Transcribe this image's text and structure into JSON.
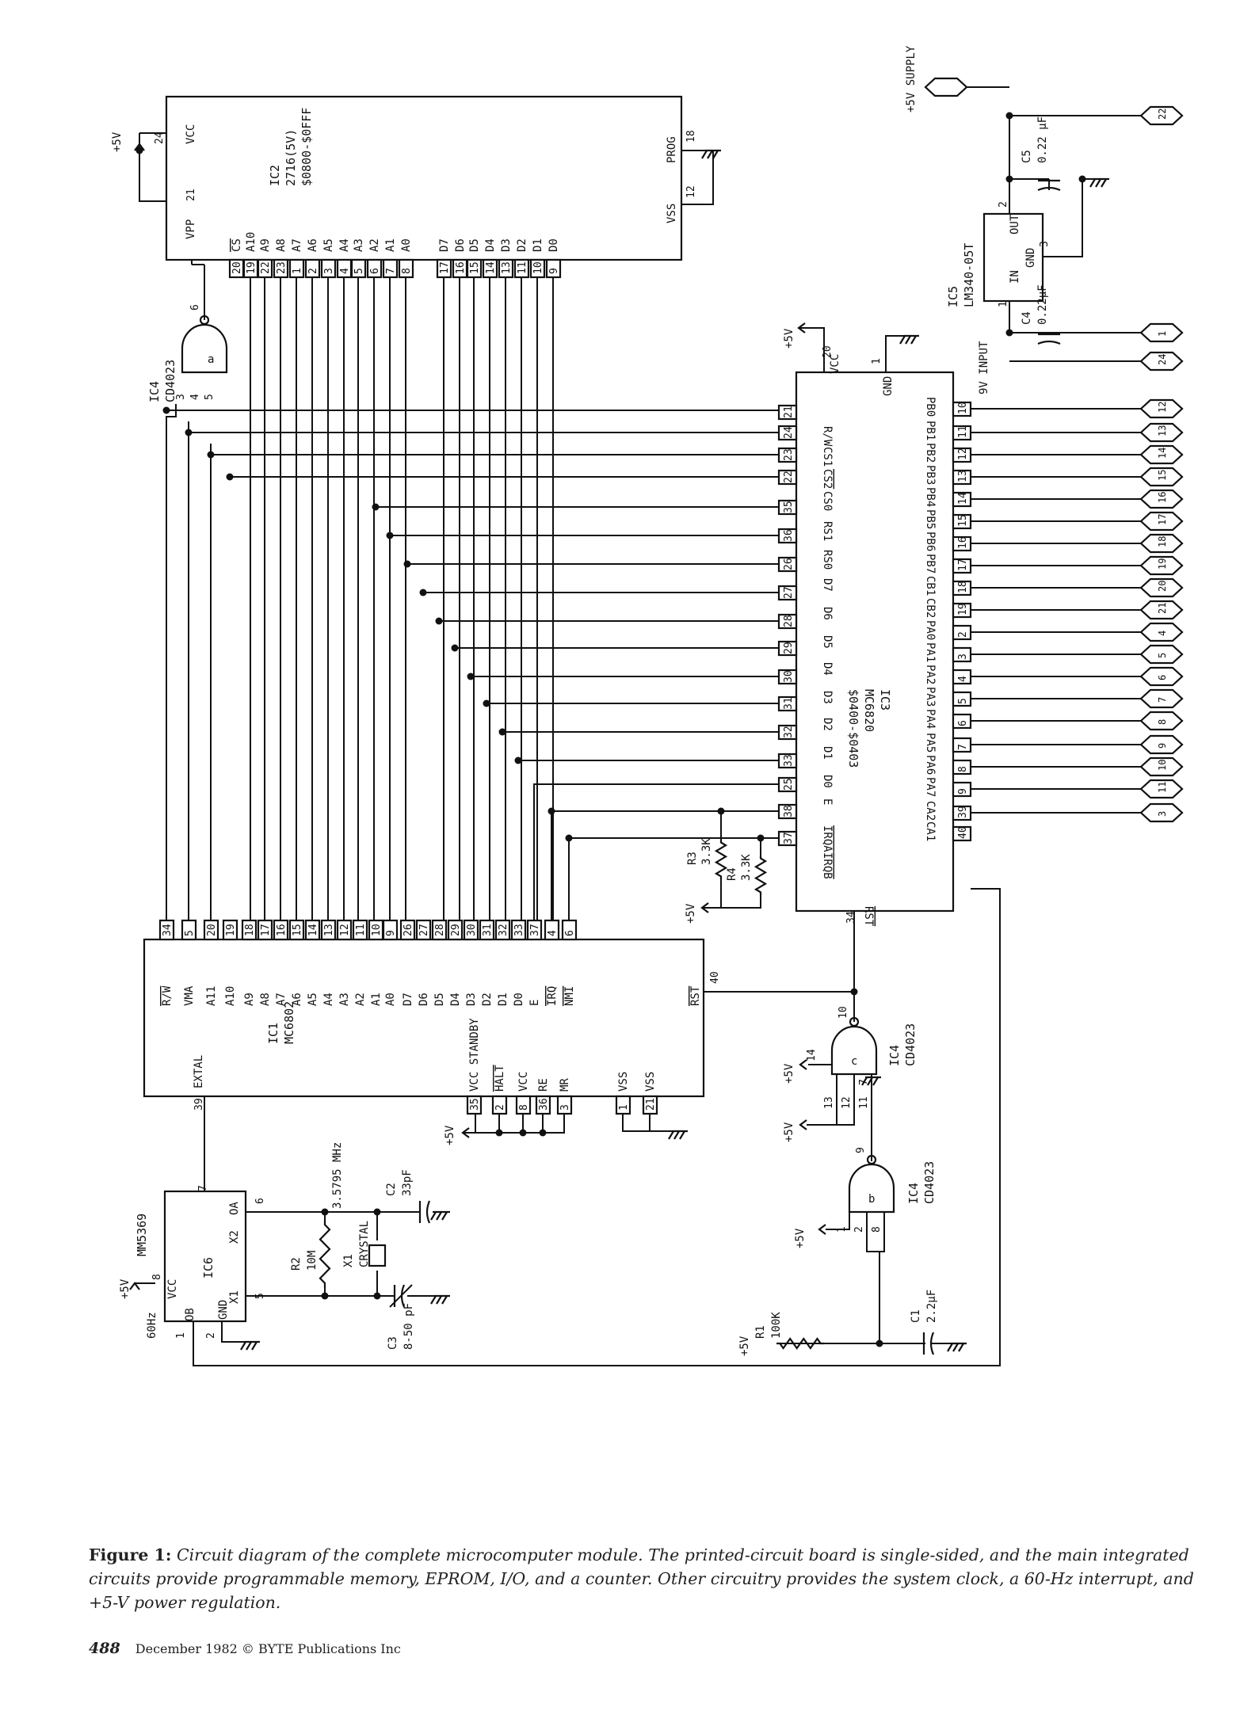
{
  "supply": {
    "label": "+5V SUPPLY",
    "pin_top": "22",
    "input_label": "9V INPUT",
    "pins_input": [
      "1",
      "24"
    ]
  },
  "ic1": {
    "name": "IC1",
    "part": "MC6802",
    "left_pins": [
      {
        "sig": "R/W",
        "pin": "34"
      },
      {
        "sig": "VMA",
        "pin": "5"
      },
      {
        "sig": "A11",
        "pin": "20"
      },
      {
        "sig": "A10",
        "pin": "19"
      },
      {
        "sig": "A9",
        "pin": "18"
      },
      {
        "sig": "A8",
        "pin": "17"
      },
      {
        "sig": "A7",
        "pin": "16"
      },
      {
        "sig": "A6",
        "pin": "15"
      },
      {
        "sig": "A5",
        "pin": "14"
      },
      {
        "sig": "A4",
        "pin": "13"
      },
      {
        "sig": "A3",
        "pin": "12"
      },
      {
        "sig": "A2",
        "pin": "11"
      },
      {
        "sig": "A1",
        "pin": "10"
      },
      {
        "sig": "A0",
        "pin": "9"
      },
      {
        "sig": "D7",
        "pin": "26"
      },
      {
        "sig": "D6",
        "pin": "27"
      },
      {
        "sig": "D5",
        "pin": "28"
      },
      {
        "sig": "D4",
        "pin": "29"
      },
      {
        "sig": "D3",
        "pin": "30"
      },
      {
        "sig": "D2",
        "pin": "31"
      },
      {
        "sig": "D1",
        "pin": "32"
      },
      {
        "sig": "D0",
        "pin": "33"
      },
      {
        "sig": "E",
        "pin": "37"
      },
      {
        "sig": "IRQ",
        "pin": "4"
      },
      {
        "sig": "NMI",
        "pin": "6"
      }
    ],
    "bottom_pins": [
      {
        "sig": "VCC STANDBY",
        "pin": "35"
      },
      {
        "sig": "HALT",
        "pin": "2"
      },
      {
        "sig": "VCC",
        "pin": "8"
      },
      {
        "sig": "RE",
        "pin": "36"
      },
      {
        "sig": "MR",
        "pin": "3"
      },
      {
        "sig": "VSS",
        "pin": "1"
      },
      {
        "sig": "VSS",
        "pin": "21"
      }
    ],
    "extal": {
      "sig": "EXTAL",
      "pin": "39"
    },
    "rst": {
      "sig": "RST",
      "pin": "40"
    }
  },
  "ic2": {
    "name": "IC2",
    "part": "2716(5V)",
    "range": "$0800-$0FFF",
    "pins": [
      {
        "sig": "CS",
        "pin": "20"
      },
      {
        "sig": "A10",
        "pin": "19"
      },
      {
        "sig": "A9",
        "pin": "22"
      },
      {
        "sig": "A8",
        "pin": "23"
      },
      {
        "sig": "A7",
        "pin": "1"
      },
      {
        "sig": "A6",
        "pin": "2"
      },
      {
        "sig": "A5",
        "pin": "3"
      },
      {
        "sig": "A4",
        "pin": "4"
      },
      {
        "sig": "A3",
        "pin": "5"
      },
      {
        "sig": "A2",
        "pin": "6"
      },
      {
        "sig": "A1",
        "pin": "7"
      },
      {
        "sig": "A0",
        "pin": "8"
      },
      {
        "sig": "D7",
        "pin": "17"
      },
      {
        "sig": "D6",
        "pin": "16"
      },
      {
        "sig": "D5",
        "pin": "15"
      },
      {
        "sig": "D4",
        "pin": "14"
      },
      {
        "sig": "D3",
        "pin": "13"
      },
      {
        "sig": "D2",
        "pin": "11"
      },
      {
        "sig": "D1",
        "pin": "10"
      },
      {
        "sig": "D0",
        "pin": "9"
      }
    ],
    "vpp": {
      "sig": "VPP",
      "pin": "21"
    },
    "vcc": {
      "sig": "VCC",
      "pin": "24"
    },
    "prog": {
      "sig": "PROG",
      "pin": "18"
    },
    "vss": {
      "sig": "VSS",
      "pin": "12"
    }
  },
  "ic3": {
    "name": "IC3",
    "part": "MC6820",
    "range": "$0400-$0403",
    "left_pins": [
      {
        "sig": "R/W",
        "pin": "21"
      },
      {
        "sig": "CS1",
        "pin": "24"
      },
      {
        "sig": "CS2",
        "pin": "23"
      },
      {
        "sig": "CS0",
        "pin": "22"
      },
      {
        "sig": "RS1",
        "pin": "35"
      },
      {
        "sig": "RS0",
        "pin": "36"
      },
      {
        "sig": "D7",
        "pin": "26"
      },
      {
        "sig": "D6",
        "pin": "27"
      },
      {
        "sig": "D5",
        "pin": "28"
      },
      {
        "sig": "D4",
        "pin": "29"
      },
      {
        "sig": "D3",
        "pin": "30"
      },
      {
        "sig": "D2",
        "pin": "31"
      },
      {
        "sig": "D1",
        "pin": "32"
      },
      {
        "sig": "D0",
        "pin": "33"
      },
      {
        "sig": "E",
        "pin": "25"
      },
      {
        "sig": "IRQA",
        "pin": "38"
      },
      {
        "sig": "IRQB",
        "pin": "37"
      }
    ],
    "right_pins": [
      {
        "sig": "PB0",
        "pin": "10",
        "conn": "12"
      },
      {
        "sig": "PB1",
        "pin": "11",
        "conn": "13"
      },
      {
        "sig": "PB2",
        "pin": "12",
        "conn": "14"
      },
      {
        "sig": "PB3",
        "pin": "13",
        "conn": "15"
      },
      {
        "sig": "PB4",
        "pin": "14",
        "conn": "16"
      },
      {
        "sig": "PB5",
        "pin": "15",
        "conn": "17"
      },
      {
        "sig": "PB6",
        "pin": "16",
        "conn": "18"
      },
      {
        "sig": "PB7",
        "pin": "17",
        "conn": "19"
      },
      {
        "sig": "CB1",
        "pin": "18",
        "conn": "20"
      },
      {
        "sig": "CB2",
        "pin": "19",
        "conn": "21"
      },
      {
        "sig": "PA0",
        "pin": "2",
        "conn": "4"
      },
      {
        "sig": "PA1",
        "pin": "3",
        "conn": "5"
      },
      {
        "sig": "PA2",
        "pin": "4",
        "conn": "6"
      },
      {
        "sig": "PA3",
        "pin": "5",
        "conn": "7"
      },
      {
        "sig": "PA4",
        "pin": "6",
        "conn": "8"
      },
      {
        "sig": "PA5",
        "pin": "7",
        "conn": "9"
      },
      {
        "sig": "PA6",
        "pin": "8",
        "conn": "10"
      },
      {
        "sig": "PA7",
        "pin": "9",
        "conn": "11"
      },
      {
        "sig": "CA2",
        "pin": "39",
        "conn": "3"
      },
      {
        "sig": "CA1",
        "pin": "40",
        "conn": ""
      }
    ],
    "vcc": {
      "sig": "VCC",
      "pin": "20"
    },
    "gnd": {
      "sig": "GND",
      "pin": "1"
    },
    "rst": {
      "sig": "RST",
      "pin": "34"
    }
  },
  "ic4": {
    "name": "IC4",
    "part": "CD4023",
    "gate_a": {
      "letter": "a",
      "inputs": [
        "3",
        "4",
        "5"
      ],
      "output": "6"
    },
    "gate_b": {
      "letter": "b",
      "inputs": [
        "1",
        "2",
        "8"
      ],
      "output": "9"
    },
    "gate_c": {
      "letter": "c",
      "inputs": [
        "13",
        "12",
        "11"
      ],
      "output": "10",
      "vdd": "14",
      "vss": "7"
    }
  },
  "ic5": {
    "name": "IC5",
    "part": "LM340-05T",
    "pins": {
      "in": "1",
      "out": "2",
      "gnd": "3"
    },
    "labels": {
      "in": "IN",
      "out": "OUT",
      "gnd": "GND"
    }
  },
  "ic6": {
    "name": "IC6",
    "part": "MM5369",
    "pins": {
      "vcc": "8",
      "oa": "7",
      "x2": "6",
      "x1": "5",
      "gnd": "2",
      "ob": "1"
    },
    "labels": {
      "vcc": "VCC",
      "oa": "OA",
      "x2": "X2",
      "x1": "X1",
      "gnd": "GND",
      "ob": "OB"
    }
  },
  "components": {
    "c1": {
      "name": "C1",
      "value": "2.2μF"
    },
    "c2": {
      "name": "C2",
      "value": "33pF"
    },
    "c3": {
      "name": "C3",
      "value": "8-50 pF"
    },
    "c4": {
      "name": "C4",
      "value": "0.22μF"
    },
    "c5": {
      "name": "C5",
      "value": "0.22 μF"
    },
    "r1": {
      "name": "R1",
      "value": "100K"
    },
    "r2": {
      "name": "R2",
      "value": "10M"
    },
    "r3": {
      "name": "R3",
      "value": "3.3K"
    },
    "r4": {
      "name": "R4",
      "value": "3.3K"
    },
    "x1": {
      "name": "X1",
      "value": "CRYSTAL",
      "freq": "3.5795 MHz"
    }
  },
  "power_label": "+5V",
  "hz_label": "60Hz",
  "caption": {
    "label": "Figure 1:",
    "text": "Circuit diagram of the complete microcomputer module. The printed-circuit board is single-sided, and the main integrated circuits provide programmable memory, EPROM, I/O, and a counter. Other circuitry provides the system clock, a 60-Hz interrupt, and +5-V power regulation."
  },
  "footer": {
    "page": "488",
    "text": "December 1982 © BYTE Publications Inc"
  }
}
